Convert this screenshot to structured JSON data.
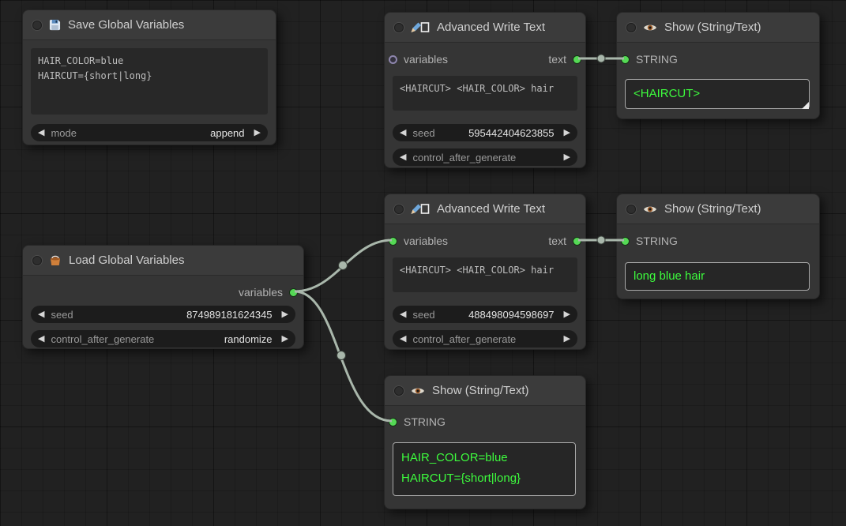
{
  "ui": {
    "left_arrow": "◀",
    "right_arrow": "▶"
  },
  "colors": {
    "canvas_bg": "#212121",
    "node_bg": "#353535",
    "node_header_bg": "#3b3b3b",
    "widget_bg": "#1c1c1c",
    "textarea_bg": "#282828",
    "slot_green": "#55d955",
    "wire": "#a9b7ab",
    "green_text": "#3dfc3d",
    "unconnected_slot_ring": "#8e86ad"
  },
  "nodes": {
    "save_global": {
      "title": "Save Global Variables",
      "body_text": "HAIR_COLOR=blue\nHAIRCUT={short|long}",
      "mode_widget": {
        "label": "mode",
        "value": "append"
      }
    },
    "awt_top": {
      "title": "Advanced Write Text",
      "input_label": "variables",
      "output_label": "text",
      "body_text": "<HAIRCUT> <HAIR_COLOR> hair",
      "seed_widget": {
        "label": "seed",
        "value": "595442404623855"
      },
      "control_widget": {
        "label": "control_after_generate",
        "value": ""
      }
    },
    "show_top": {
      "title": "Show (String/Text)",
      "input_label": "STRING",
      "value": "<HAIRCUT>"
    },
    "awt_mid": {
      "title": "Advanced Write Text",
      "input_label": "variables",
      "output_label": "text",
      "body_text": "<HAIRCUT> <HAIR_COLOR> hair",
      "seed_widget": {
        "label": "seed",
        "value": "488498094598697"
      },
      "control_widget": {
        "label": "control_after_generate",
        "value": ""
      }
    },
    "show_mid": {
      "title": "Show (String/Text)",
      "input_label": "STRING",
      "value": "long blue hair"
    },
    "load_global": {
      "title": "Load Global Variables",
      "output_label": "variables",
      "seed_widget": {
        "label": "seed",
        "value": "874989181624345"
      },
      "control_widget": {
        "label": "control_after_generate",
        "value": "randomize"
      }
    },
    "show_bottom": {
      "title": "Show (String/Text)",
      "input_label": "STRING",
      "value": "HAIR_COLOR=blue\nHAIRCUT={short|long}"
    }
  }
}
